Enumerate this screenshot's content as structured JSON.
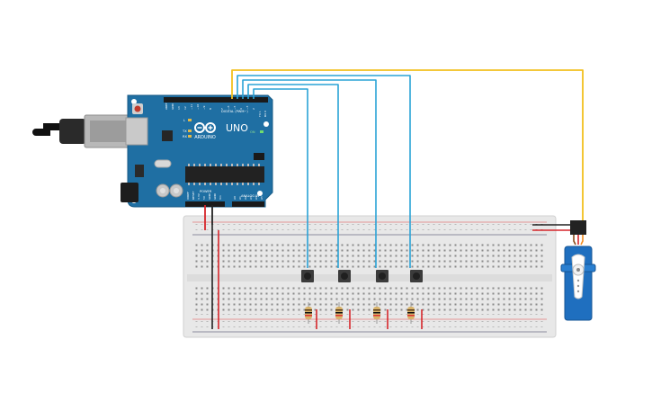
{
  "board": {
    "brand": "ARDUINO",
    "model": "UNO",
    "digital_header_label": "DIGITAL (PWM~)",
    "analog_header_label": "ANALOG IN",
    "power_header_label": "POWER",
    "on_label": "ON",
    "tx_label": "TX",
    "rx_label": "RX",
    "l_label": "L",
    "digital_pins": [
      "AREF",
      "GND",
      "13",
      "12",
      "~11",
      "~10",
      "~9",
      "8",
      "7",
      "~6",
      "~5",
      "4",
      "~3",
      "2",
      "TX 1",
      "RX 0"
    ],
    "power_pins": [
      "IOREF",
      "RESET",
      "3.3V",
      "5V",
      "GND",
      "GND",
      "Vin"
    ],
    "analog_pins": [
      "A0",
      "A1",
      "A2",
      "A3",
      "A4",
      "A5"
    ]
  },
  "colors": {
    "board": "#1f6fa3",
    "breadboard": "#e6e6e6",
    "wire_signal": "#2aa3d6",
    "wire_servo_signal": "#f2c01e",
    "wire_power": "#d6262b",
    "wire_ground": "#222222",
    "servo": "#1f6fbf",
    "button": "#3b3b3b"
  },
  "buttons": [
    {
      "id": "button-1"
    },
    {
      "id": "button-2"
    },
    {
      "id": "button-3"
    },
    {
      "id": "button-4"
    }
  ],
  "resistors": [
    {
      "id": "resistor-1"
    },
    {
      "id": "resistor-2"
    },
    {
      "id": "resistor-3"
    },
    {
      "id": "resistor-4"
    }
  ]
}
